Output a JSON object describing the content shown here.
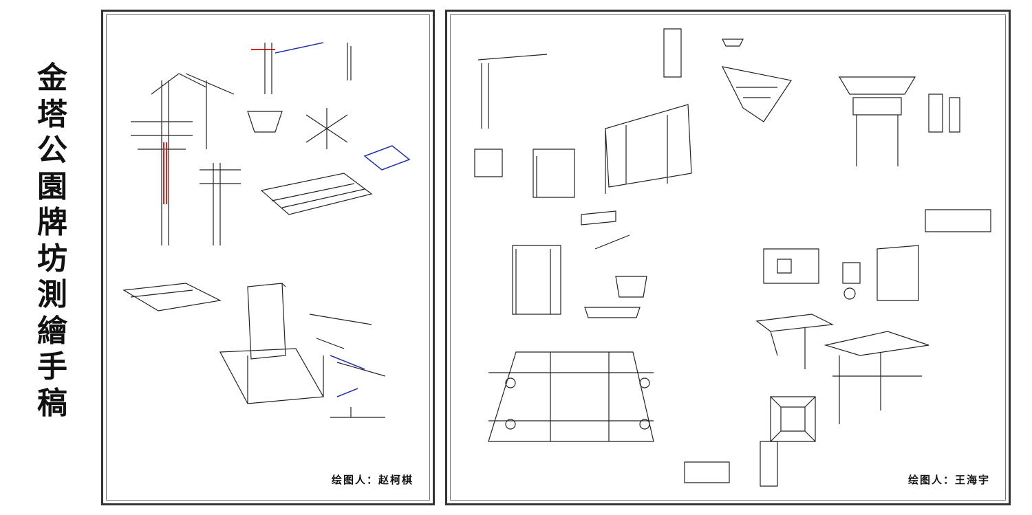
{
  "title": "金塔公園牌坊測繪手稿",
  "title_chars": [
    "金",
    "塔",
    "公",
    "園",
    "牌",
    "坊",
    "測",
    "繪",
    "手",
    "稿"
  ],
  "left_panel": {
    "caption": "绘图人：赵柯棋"
  },
  "right_panel": {
    "caption": "绘图人：王海宇"
  },
  "colors": {
    "ink": "#222222",
    "frame": "#333333",
    "red_ink": "#dd2222",
    "blue_ink": "#2233aa"
  }
}
